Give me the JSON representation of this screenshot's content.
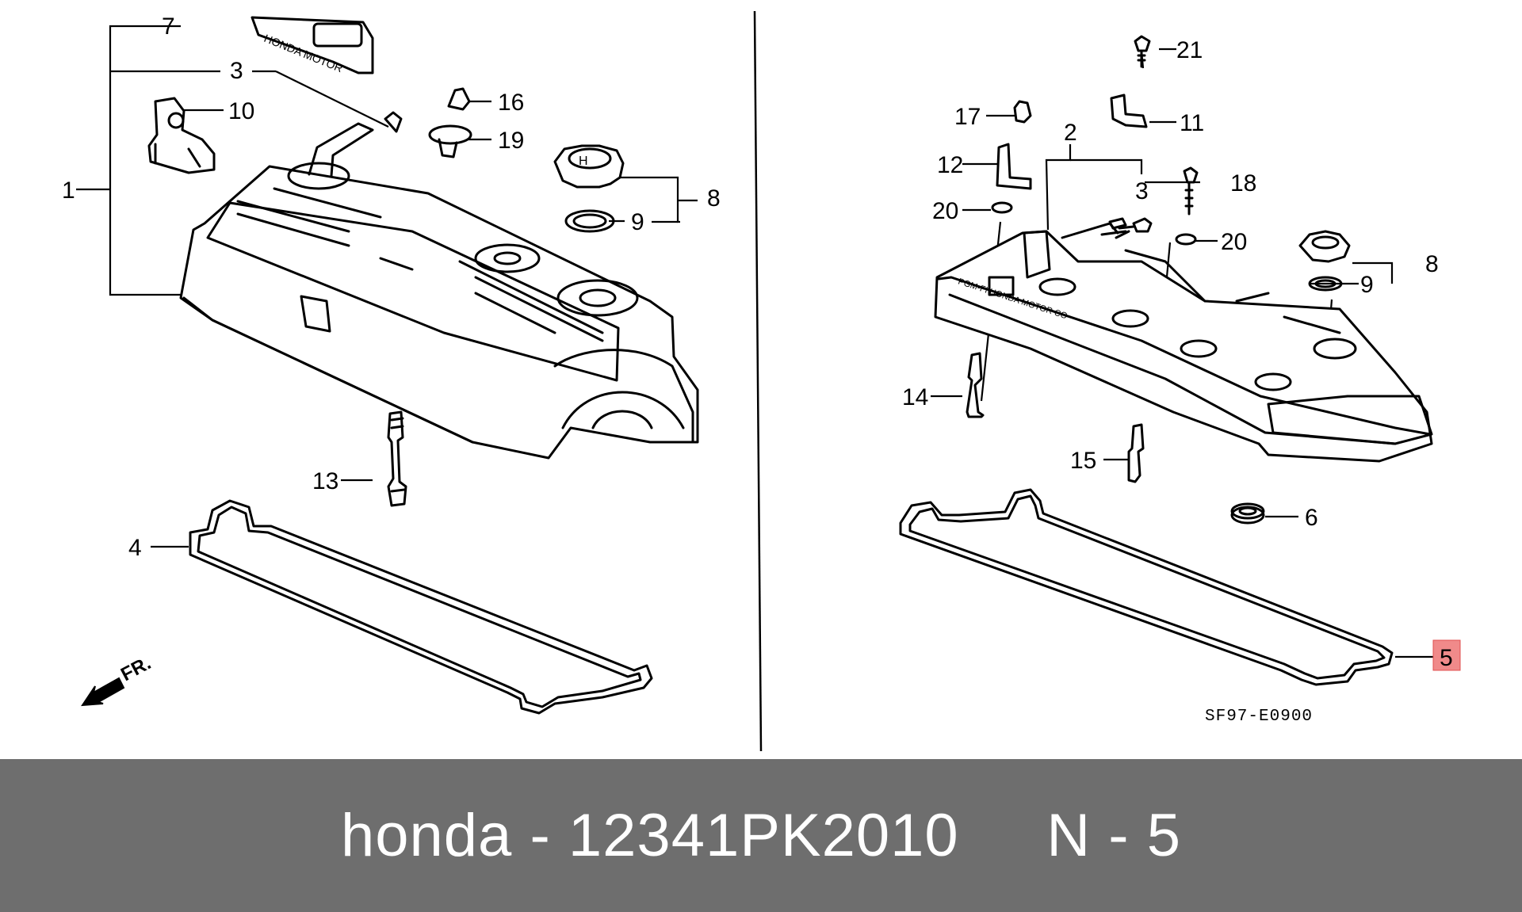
{
  "diagram": {
    "left_callouts": [
      "7",
      "3",
      "10",
      "16",
      "19",
      "1",
      "8",
      "9",
      "13",
      "4"
    ],
    "right_callouts": [
      "21",
      "17",
      "11",
      "2",
      "12",
      "3",
      "18",
      "20",
      "20",
      "8",
      "9",
      "14",
      "15",
      "6",
      "5"
    ],
    "highlighted_callout": "5",
    "front_marker": "FR.",
    "drawing_code": "SF97-E0900"
  },
  "footer": {
    "brand": "honda",
    "separator": "-",
    "part_number": "12341PK2010",
    "ref_separator": "-",
    "ref_prefix": "N",
    "ref_number": "5"
  },
  "colors": {
    "footer_bg": "#6e6e6e",
    "footer_text": "#ffffff",
    "highlight": "#f08a8a"
  }
}
